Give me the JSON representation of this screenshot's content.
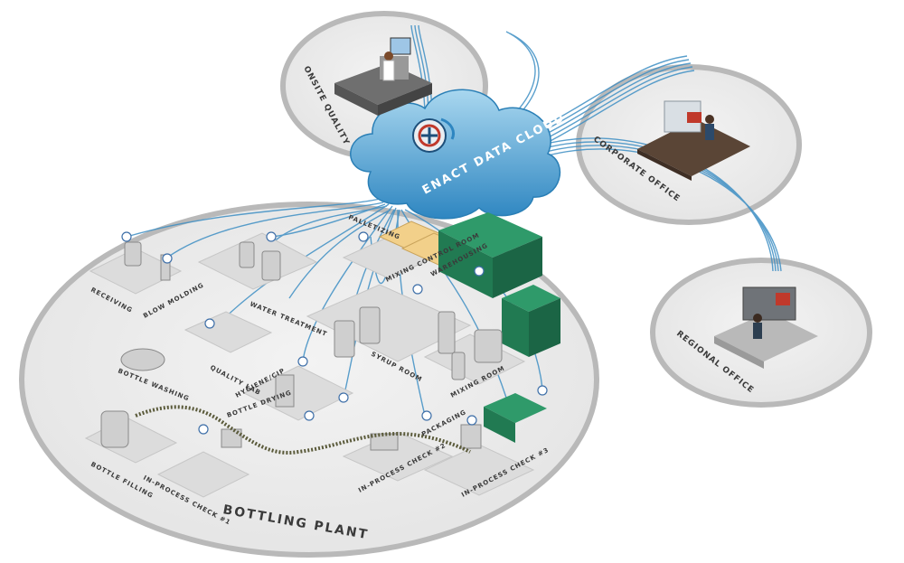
{
  "colors": {
    "ring_fill": "#eeeeee",
    "ring_stroke": "#b9b9b9",
    "cloud_top": "#a9d7ef",
    "cloud_bottom": "#2e86c1",
    "link": "#3e8fc4",
    "crate": "#2f9a6a",
    "pallet": "#f2d08a"
  },
  "cloud": {
    "label": "ENACT DATA CLOUD",
    "logo_icon": "enact-logo-icon"
  },
  "sites": {
    "onsite_quality": "ONSITE QUALITY",
    "corporate_office": "CORPORATE OFFICE",
    "regional_office": "REGIONAL OFFICE",
    "bottling_plant": "BOTTLING PLANT"
  },
  "areas": {
    "receiving": "RECEIVING",
    "blow_molding": "BLOW MOLDING",
    "water_treatment": "WATER TREATMENT",
    "palletizing": "PALLETIZING",
    "mixing_control_room": "MIXING CONTROL ROOM",
    "warehousing": "WAREHOUSING",
    "bottle_washing": "BOTTLE WASHING",
    "quality_lab": "QUALITY LAB",
    "syrup_room": "SYRUP ROOM",
    "mixing_room": "MIXING ROOM",
    "hygiene_cip": "HYGIENE/CIP",
    "bottle_drying": "BOTTLE DRYING",
    "packaging": "PACKAGING",
    "bottle_filling": "BOTTLE FILLING",
    "in_process_check_1": "IN-PROCESS CHECK #1",
    "in_process_check_2": "IN-PROCESS CHECK #2",
    "in_process_check_3": "IN-PROCESS CHECK #3"
  }
}
